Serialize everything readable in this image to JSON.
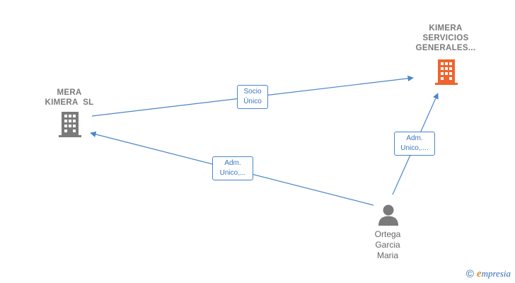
{
  "nodes": {
    "kimera_servicios": {
      "lines": [
        "KIMERA",
        "SERVICIOS",
        "GENERALES..."
      ],
      "icon": "building-icon",
      "color": "#f0642d"
    },
    "mera_kimera": {
      "lines": [
        "MERA",
        "KIMERA  SL"
      ],
      "icon": "building-icon",
      "color": "#7a7a7a"
    },
    "ortega": {
      "lines": [
        "Ortega",
        "Garcia",
        "Maria"
      ],
      "icon": "person-icon",
      "color": "#7a7a7a"
    }
  },
  "edges": {
    "socio": {
      "lines": [
        "Socio",
        "Único"
      ],
      "color": "#4a86c8"
    },
    "adm_left": {
      "lines": [
        "Adm.",
        "Unico,..."
      ],
      "color": "#4a86c8"
    },
    "adm_right": {
      "lines": [
        "Adm.",
        "Unico,...."
      ],
      "color": "#4a86c8"
    }
  },
  "watermark": {
    "symbol": "©",
    "brand_initial": "e",
    "brand_rest": "mpresia"
  }
}
